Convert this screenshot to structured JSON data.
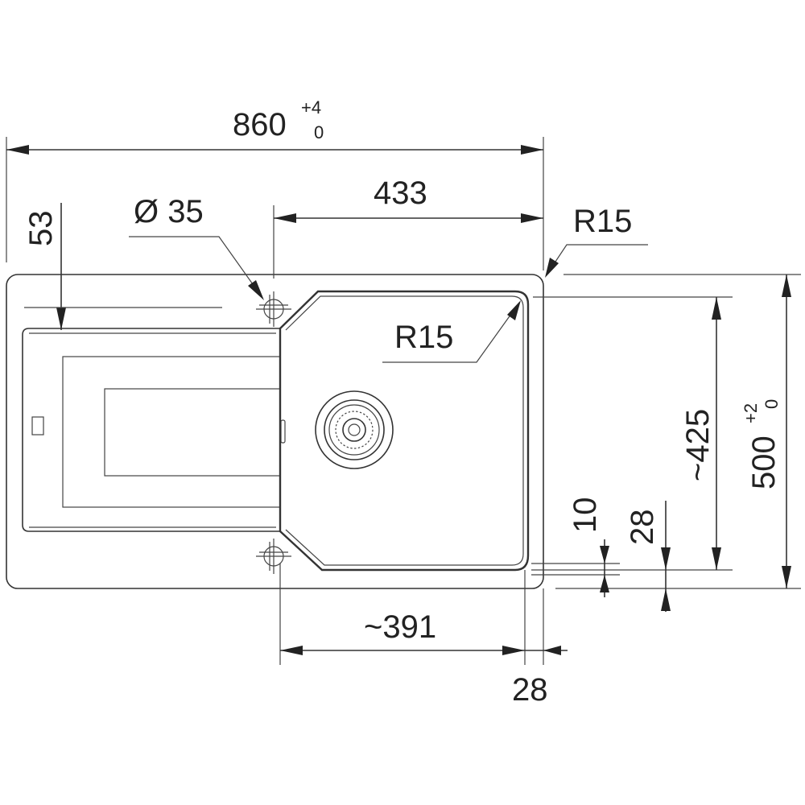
{
  "drawing": {
    "overall_width": {
      "value": "860",
      "tol_upper": "+4",
      "tol_lower": "0"
    },
    "bowl_offset_width": {
      "value": "433"
    },
    "tap_hole": {
      "label": "Ø 35"
    },
    "drainer_offset": {
      "value": "53"
    },
    "outer_corner_radius": {
      "label": "R15"
    },
    "bowl_corner_radius": {
      "label": "R15"
    },
    "bowl_depth_length": {
      "value": "~425"
    },
    "overall_depth": {
      "value": "500",
      "tol_upper": "+2",
      "tol_lower": "0"
    },
    "bowl_front_gap": {
      "value": "10"
    },
    "rim_front_gap": {
      "value": "28"
    },
    "bowl_width": {
      "value": "~391"
    },
    "rim_side_gap": {
      "value": "28"
    }
  }
}
